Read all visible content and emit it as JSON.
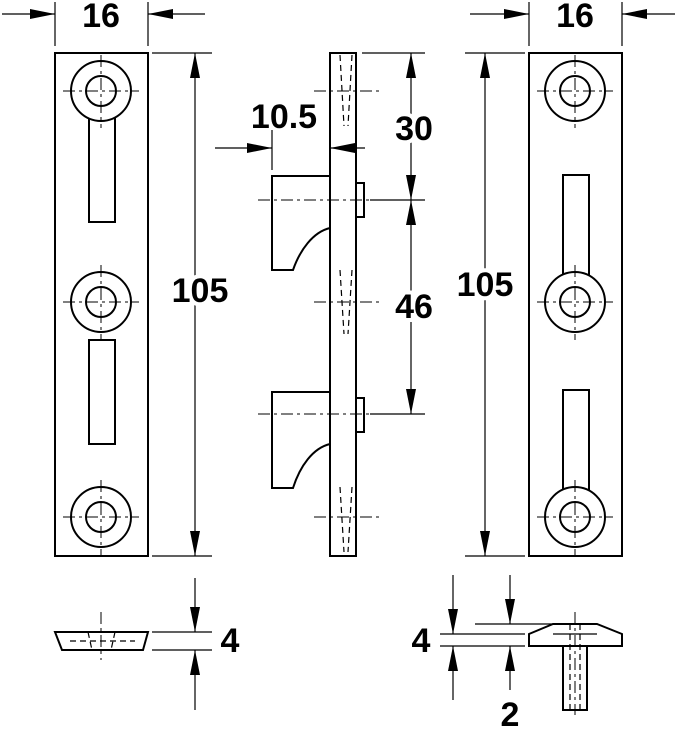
{
  "dimensions": {
    "left_plate_width": "16",
    "right_plate_width": "16",
    "left_plate_length": "105",
    "right_plate_length": "105",
    "hook_projection": "10.5",
    "top_to_hook": "30",
    "hook_spacing": "46",
    "left_plate_thickness": "4",
    "right_plate_thickness": "4",
    "right_recess_depth": "2"
  }
}
